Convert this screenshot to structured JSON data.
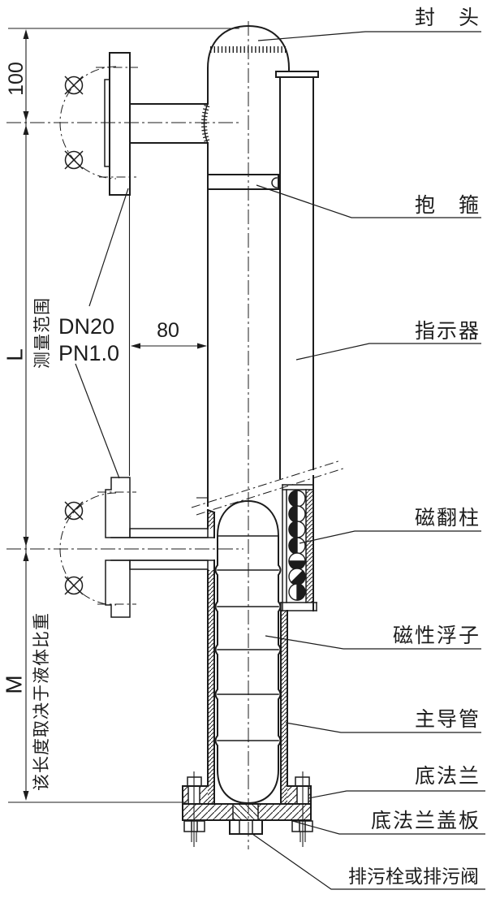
{
  "drawing_type": "magnetic-level-gauge-outline-diagram",
  "colors": {
    "line": "#1c1c1c",
    "background": "#ffffff"
  },
  "callouts": [
    {
      "id": "head",
      "label": "封　头"
    },
    {
      "id": "clamp",
      "label": "抱　箍"
    },
    {
      "id": "indicator",
      "label": "指示器"
    },
    {
      "id": "magnetic-flip-column",
      "label": "磁翻柱"
    },
    {
      "id": "magnetic-float",
      "label": "磁性浮子"
    },
    {
      "id": "main-guide-tube",
      "label": "主导管"
    },
    {
      "id": "bottom-flange",
      "label": "底法兰"
    },
    {
      "id": "bottom-flange-cover",
      "label": "底法兰盖板"
    },
    {
      "id": "drain-plug-or-valve",
      "label": "排污栓或排污阀"
    }
  ],
  "dimensions": {
    "top_offset": "100",
    "nozzle_to_chamber": "80",
    "range_symbol": "L",
    "range_label": "测量范围",
    "bottom_symbol": "M",
    "bottom_note": "该长度取决于液体比重",
    "nozzle_spec_line1": "DN20",
    "nozzle_spec_line2": "PN1.0"
  }
}
